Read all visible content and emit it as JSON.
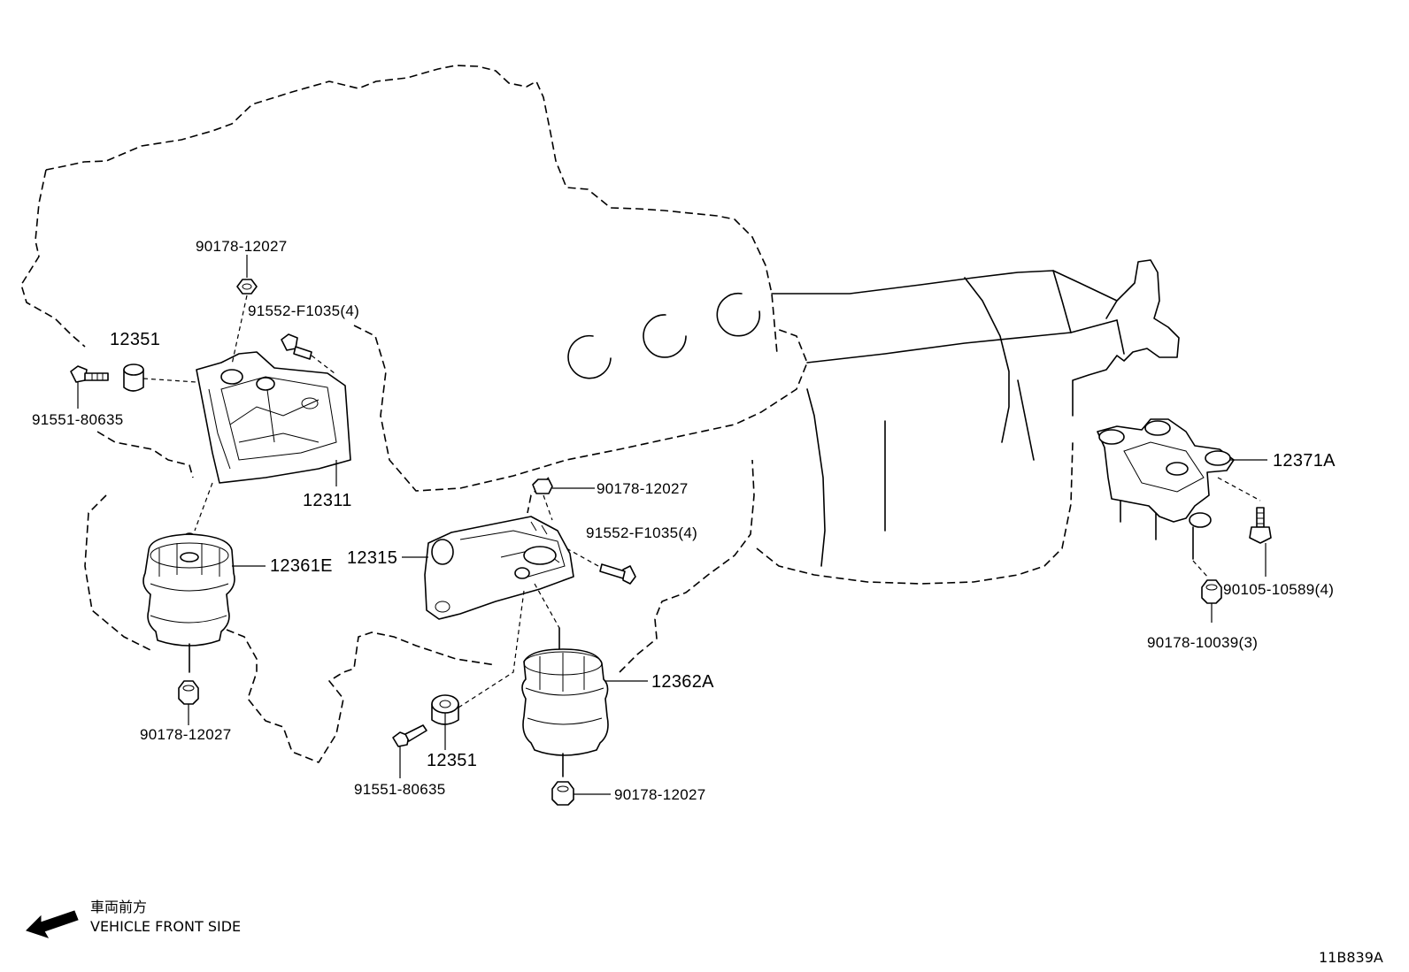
{
  "diagram": {
    "labels": {
      "nut_top_left": "90178-12027",
      "bolt_top_left": "91552-F1035(4)",
      "spacer_left": "12351",
      "bolt_left": "91551-80635",
      "bracket_left": "12311",
      "insulator_left": "12361E",
      "nut_bottom_left": "90178-12027",
      "nut_center": "90178-12027",
      "bolt_center": "91552-F1035(4)",
      "bracket_center": "12315",
      "insulator_right": "12362A",
      "spacer_center": "12351",
      "bolt_center_lower": "91551-80635",
      "nut_center_bottom": "90178-12027",
      "rear_mount": "12371A",
      "bolt_rear": "90105-10589(4)",
      "nut_rear": "90178-10039(3)"
    },
    "front_side": {
      "japanese": "車両前方",
      "english": "VEHICLE FRONT SIDE",
      "icon": "arrow-left-icon"
    },
    "figure_code": "11B839A"
  }
}
